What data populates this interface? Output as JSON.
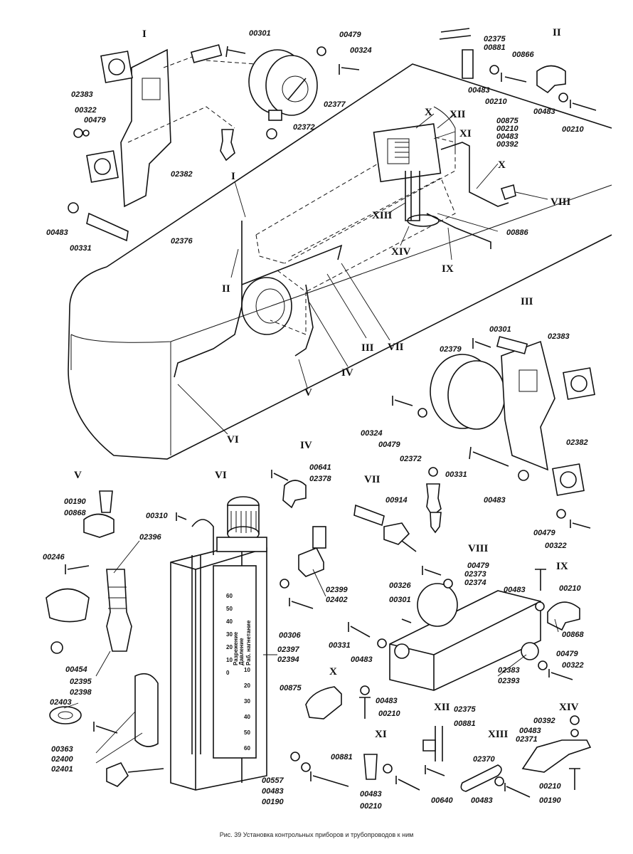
{
  "caption": "Рис. 39 Установка контрольных приборов и трубопроводов к ним",
  "views": [
    {
      "id": "v1",
      "label": "I"
    },
    {
      "id": "v2",
      "label": "II"
    },
    {
      "id": "v3",
      "label": "III"
    },
    {
      "id": "v4",
      "label": "IV"
    },
    {
      "id": "v5",
      "label": "V"
    },
    {
      "id": "v6",
      "label": "VI"
    },
    {
      "id": "v7",
      "label": "VII"
    },
    {
      "id": "v8",
      "label": "VIII"
    },
    {
      "id": "v9",
      "label": "IX"
    },
    {
      "id": "v10",
      "label": "X"
    },
    {
      "id": "v11",
      "label": "XI"
    },
    {
      "id": "v12",
      "label": "XII"
    },
    {
      "id": "v13",
      "label": "XIII"
    },
    {
      "id": "v14",
      "label": "XIV"
    }
  ],
  "body_callouts": {
    "c1": "I",
    "c2": "II",
    "c3": "III",
    "c4": "IV",
    "c5": "V",
    "c6": "VI",
    "c7": "VII",
    "c8": "VIII",
    "c9": "IX",
    "c10": "X",
    "c11": "X",
    "c12": "XI",
    "c13": "XII",
    "c14": "XIII",
    "c15": "XIV"
  },
  "parts": {
    "p00301a": "00301",
    "p00479a": "00479",
    "p00324a": "00324",
    "p02383a": "02383",
    "p00322a": "00322",
    "p00479b": "00479",
    "p02377": "02377",
    "p02372a": "02372",
    "p02382a": "02382",
    "p00483a": "00483",
    "p00331a": "00331",
    "p02376": "02376",
    "p02375a": "02375",
    "p00881a": "00881",
    "p00866a": "00866",
    "p00483b": "00483",
    "p00210a": "00210",
    "p00483c": "00483",
    "p00210b": "00210",
    "p00875a": "00875",
    "p00210c": "00210",
    "p00483d": "00483",
    "p00392a": "00392",
    "p00886": "00886",
    "p00301b": "00301",
    "p02383b": "02383",
    "p02379": "02379",
    "p00324b": "00324",
    "p00479c": "00479",
    "p02382b": "02382",
    "p02372b": "02372",
    "p00331b": "00331",
    "p00483e": "00483",
    "p00479d": "00479",
    "p00322b": "00322",
    "p00641": "00641",
    "p02378": "02378",
    "p00914": "00914",
    "p00190a": "00190",
    "p00868a": "00868",
    "p02396": "02396",
    "p00246": "00246",
    "p00454": "00454",
    "p02395": "02395",
    "p02398": "02398",
    "p02403": "02403",
    "p00363": "00363",
    "p02400": "02400",
    "p02401": "02401",
    "p00310": "00310",
    "p02399": "02399",
    "p02402": "02402",
    "p00306": "00306",
    "p02397": "02397",
    "p02394": "02394",
    "p00557": "00557",
    "p00483f": "00483",
    "p00190b": "00190",
    "p00326": "00326",
    "p00479e": "00479",
    "p02373": "02373",
    "p02374": "02374",
    "p00301c": "00301",
    "p00331c": "00331",
    "p00483g": "00483",
    "p02383c": "02383",
    "p02393": "02393",
    "p00479f": "00479",
    "p00322c": "00322",
    "p00483h": "00483",
    "p00210d": "00210",
    "p00868b": "00868",
    "p00875b": "00875",
    "p00483i": "00483",
    "p00210e": "00210",
    "p00881b": "00881",
    "p00483j": "00483",
    "p00210f": "00210",
    "p02375b": "02375",
    "p00881c": "00881",
    "p00640": "00640",
    "p02370": "02370",
    "p00483k": "00483",
    "p00210g": "00210",
    "p00392b": "00392",
    "p00483l": "00483",
    "p02371": "02371",
    "p00190c": "00190"
  },
  "gauge_scales": {
    "left_title": "Разрежение",
    "right_title": "Давление",
    "rotated_note": "Раб. нагнетание",
    "left_ticks": [
      "60",
      "50",
      "40",
      "30",
      "20",
      "10",
      "0"
    ],
    "right_ticks": [
      "10",
      "20",
      "30",
      "40",
      "50",
      "60"
    ]
  }
}
